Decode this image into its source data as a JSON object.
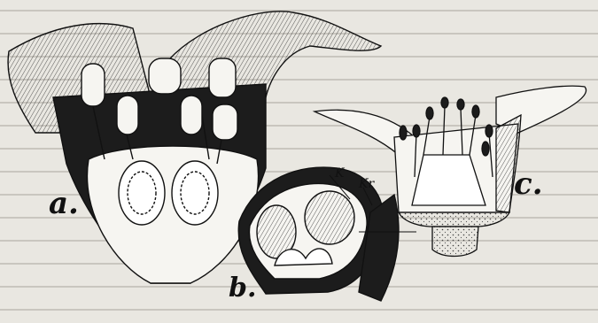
{
  "figure": {
    "labels": {
      "a": "a.",
      "b": "b.",
      "c": "c."
    },
    "callouts": {
      "k": "K",
      "kr": "Kr"
    }
  },
  "colors": {
    "paper": "#e9e7e1",
    "ink": "#111111",
    "shade": "#1c1c1c",
    "text_ghost": "#bdbab3"
  }
}
